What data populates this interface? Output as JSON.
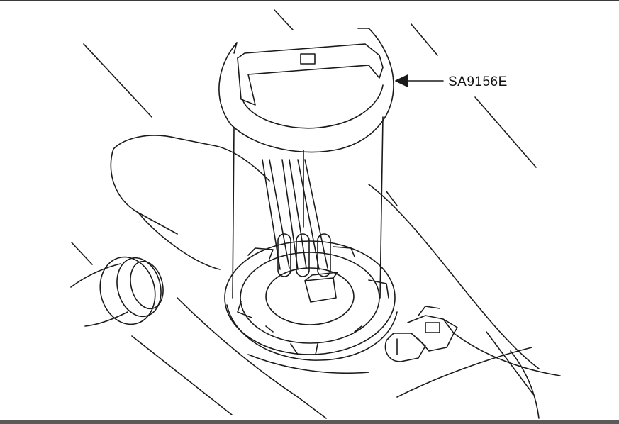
{
  "diagram": {
    "callout_label": "SA9156E",
    "colors": {
      "ink": "#1a1a1a",
      "paper": "#ffffff",
      "bar": "#5a5a5a"
    },
    "parts": [
      "locking-ring-tool",
      "fuel-sender-lock-ring",
      "fuel-tank",
      "filler-neck-hose",
      "electrical-connector"
    ]
  }
}
